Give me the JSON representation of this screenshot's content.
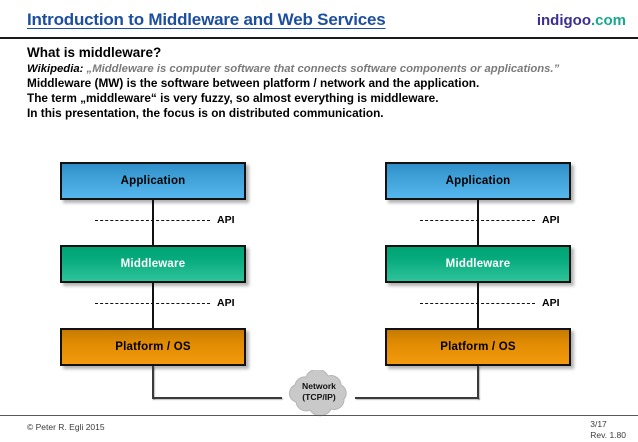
{
  "header": {
    "title": "Introduction to Middleware and Web Services",
    "brand_name": "indigoo",
    "brand_tld": ".com",
    "title_color": "#1d4f9e",
    "brand_name_color": "#3b2f8f",
    "brand_tld_color": "#18a98c"
  },
  "content": {
    "heading": "What is middleware?",
    "quote_source": "Wikipedia:",
    "quote_text": " „Middleware is computer software that connects software components or applications.”",
    "lines": [
      "Middleware (MW) is the software between platform / network and the application.",
      "The term „middleware“ is very fuzzy, so almost everything is middleware.",
      "In this presentation, the focus is on distributed communication."
    ]
  },
  "diagram": {
    "stacks": [
      {
        "id": "left",
        "layers": [
          {
            "label": "Application",
            "color": "#3e9ed6"
          },
          {
            "label": "Middleware",
            "color": "#06ab7d"
          },
          {
            "label": "Platform / OS",
            "color": "#de8a02"
          }
        ],
        "connectors": [
          {
            "label": "API"
          },
          {
            "label": "API"
          }
        ]
      },
      {
        "id": "right",
        "layers": [
          {
            "label": "Application",
            "color": "#3e9ed6"
          },
          {
            "label": "Middleware",
            "color": "#06ab7d"
          },
          {
            "label": "Platform / OS",
            "color": "#de8a02"
          }
        ],
        "connectors": [
          {
            "label": "API"
          },
          {
            "label": "API"
          }
        ]
      }
    ],
    "network": {
      "line1": "Network",
      "line2": "(TCP/IP)",
      "fill": "#c9c9c9"
    }
  },
  "footer": {
    "copyright": "© Peter R. Egli 2015",
    "page": "3/17",
    "revision": "Rev. 1.80"
  }
}
